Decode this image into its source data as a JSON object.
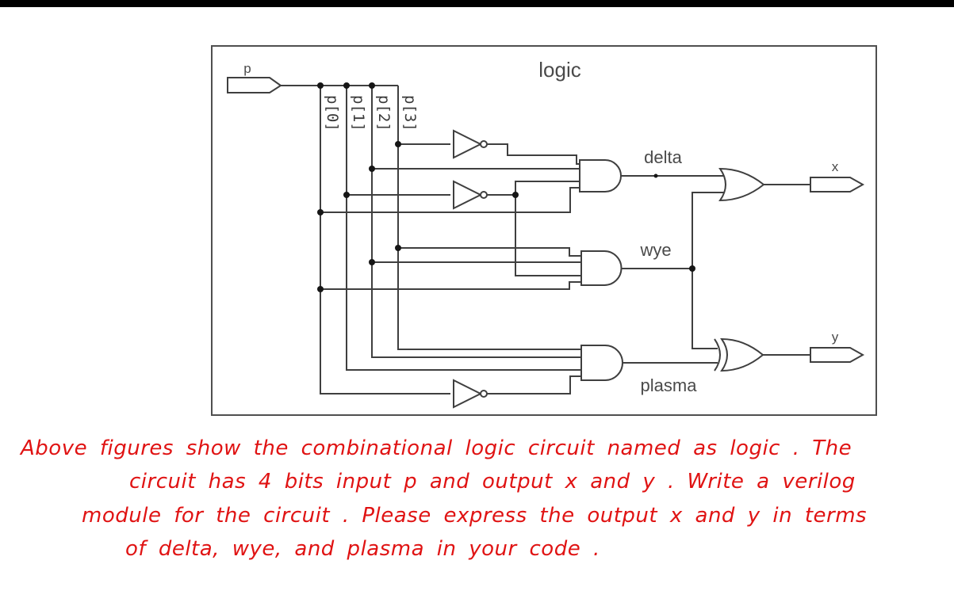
{
  "top_bar": {
    "color": "#000000"
  },
  "diagram": {
    "module_label": "logic",
    "input_port_label": "p",
    "bit_labels": [
      "p[0]",
      "p[1]",
      "p[2]",
      "p[3]"
    ],
    "net_labels": {
      "delta": "delta",
      "wye": "wye",
      "plasma": "plasma"
    },
    "output_port_labels": {
      "x": "x",
      "y": "y"
    },
    "colors": {
      "line": "#3f3f3f",
      "text": "#4a4a4a",
      "box_border": "#4f4f4f",
      "background": "#ffffff"
    },
    "gates": [
      {
        "id": "not1",
        "type": "NOT",
        "input": "p[3]"
      },
      {
        "id": "not2",
        "type": "NOT",
        "input": "p[1]"
      },
      {
        "id": "not3",
        "type": "NOT",
        "input": "p[0]"
      },
      {
        "id": "and_delta",
        "type": "AND",
        "inputs": [
          "~p[3]",
          "p[2]",
          "~p[1]",
          "p[0]"
        ],
        "output": "delta"
      },
      {
        "id": "and_wye",
        "type": "AND",
        "inputs": [
          "p[3]",
          "p[2]",
          "~p[1]",
          "p[0]"
        ],
        "output": "wye"
      },
      {
        "id": "and_plasma",
        "type": "AND",
        "inputs": [
          "p[3]",
          "p[2]",
          "p[1]",
          "~p[0]"
        ],
        "output": "plasma"
      },
      {
        "id": "or_x",
        "type": "OR",
        "inputs": [
          "delta",
          "wye"
        ],
        "output": "x"
      },
      {
        "id": "xor_y",
        "type": "XOR",
        "inputs": [
          "wye",
          "plasma"
        ],
        "output": "y"
      }
    ]
  },
  "note": {
    "color": "#e01313",
    "lines": [
      "Above figures show the combinational logic circuit named as logic . The",
      "circuit has 4 bits input p and output x and y . Write a verilog",
      "module for the circuit . Please express the output x and y in terms",
      "of delta, wye, and plasma in your code ."
    ]
  }
}
